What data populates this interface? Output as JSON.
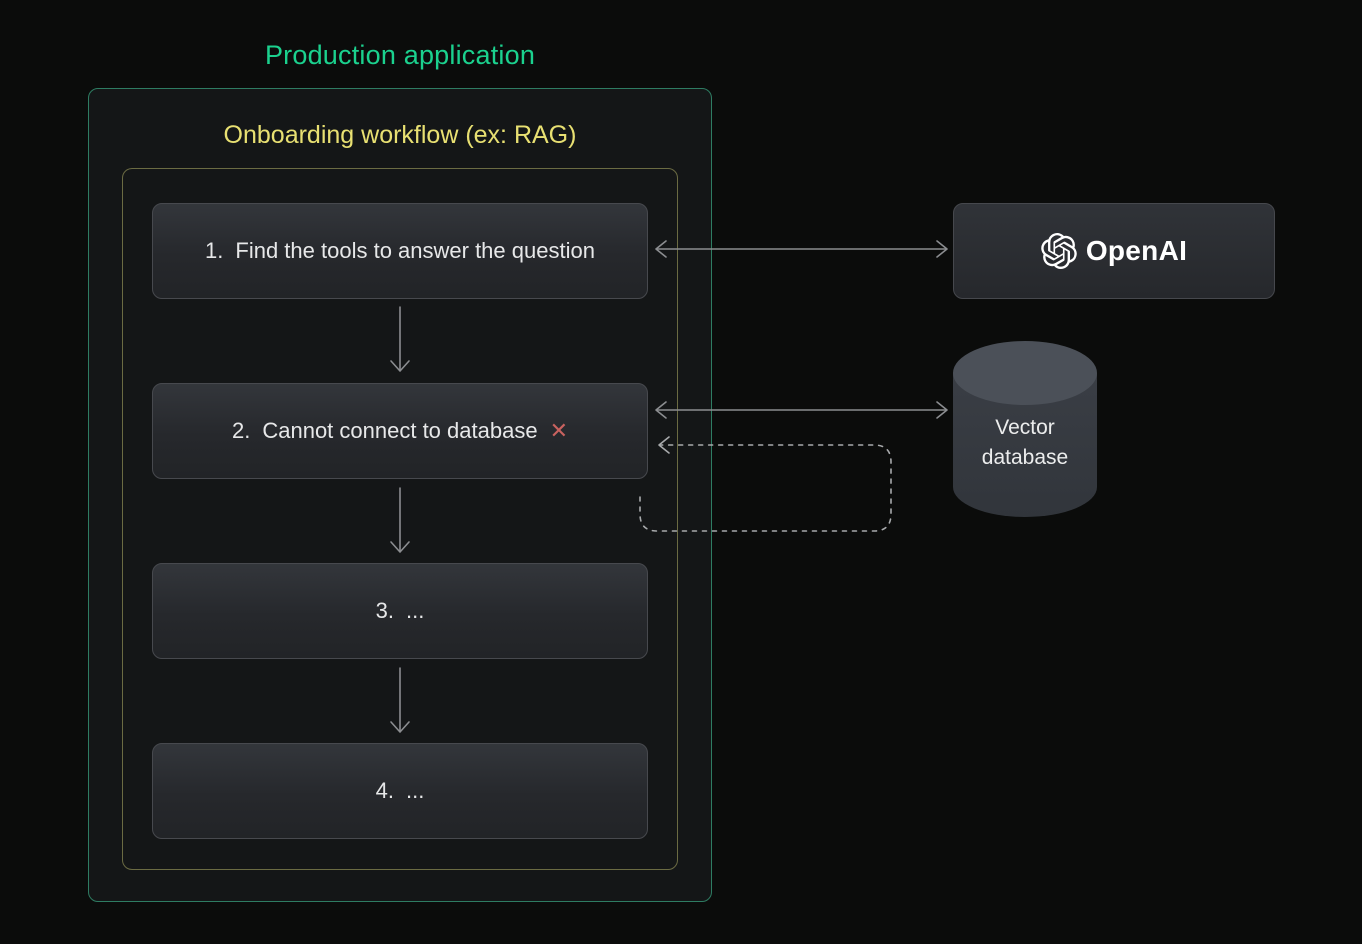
{
  "diagram": {
    "production_app": {
      "title": "Production application",
      "title_color": "#1bd18e",
      "border_color": "#2e7c62"
    },
    "workflow": {
      "title": "Onboarding workflow (ex: RAG)",
      "title_color": "#e8e072",
      "border_color": "#6b6b43"
    },
    "steps": [
      {
        "number": "1.",
        "label": "Find the tools to answer the question",
        "error": ""
      },
      {
        "number": "2.",
        "label": "Cannot connect to database",
        "error": "✕"
      },
      {
        "number": "3.",
        "label": "...",
        "error": ""
      },
      {
        "number": "4.",
        "label": "...",
        "error": ""
      }
    ],
    "services": {
      "openai": {
        "label": "OpenAI",
        "icon": "openai-logo-icon"
      },
      "vector_db": {
        "label": "Vector database",
        "shape": "database-cylinder"
      }
    },
    "connections": [
      {
        "from": "step-1",
        "to": "openai",
        "style": "solid-double-arrow"
      },
      {
        "from": "step-1",
        "to": "step-2",
        "style": "solid-down-arrow"
      },
      {
        "from": "step-2",
        "to": "vector_db",
        "style": "solid-double-arrow"
      },
      {
        "from": "step-2",
        "to": "step-3",
        "style": "solid-down-arrow"
      },
      {
        "from": "step-3",
        "to": "step-4",
        "style": "solid-down-arrow"
      },
      {
        "from": "step-2-bottom",
        "to": "step-2",
        "style": "dashed-retry-loop-arrow"
      }
    ],
    "colors": {
      "page_background": "#0b0c0b",
      "panel_background": "#141617",
      "node_border": "#47494e",
      "arrow": "#8b8d90",
      "dashed_arrow": "#a8aaac",
      "error_x": "#c8625f",
      "text_primary": "#e7e8e9"
    }
  }
}
